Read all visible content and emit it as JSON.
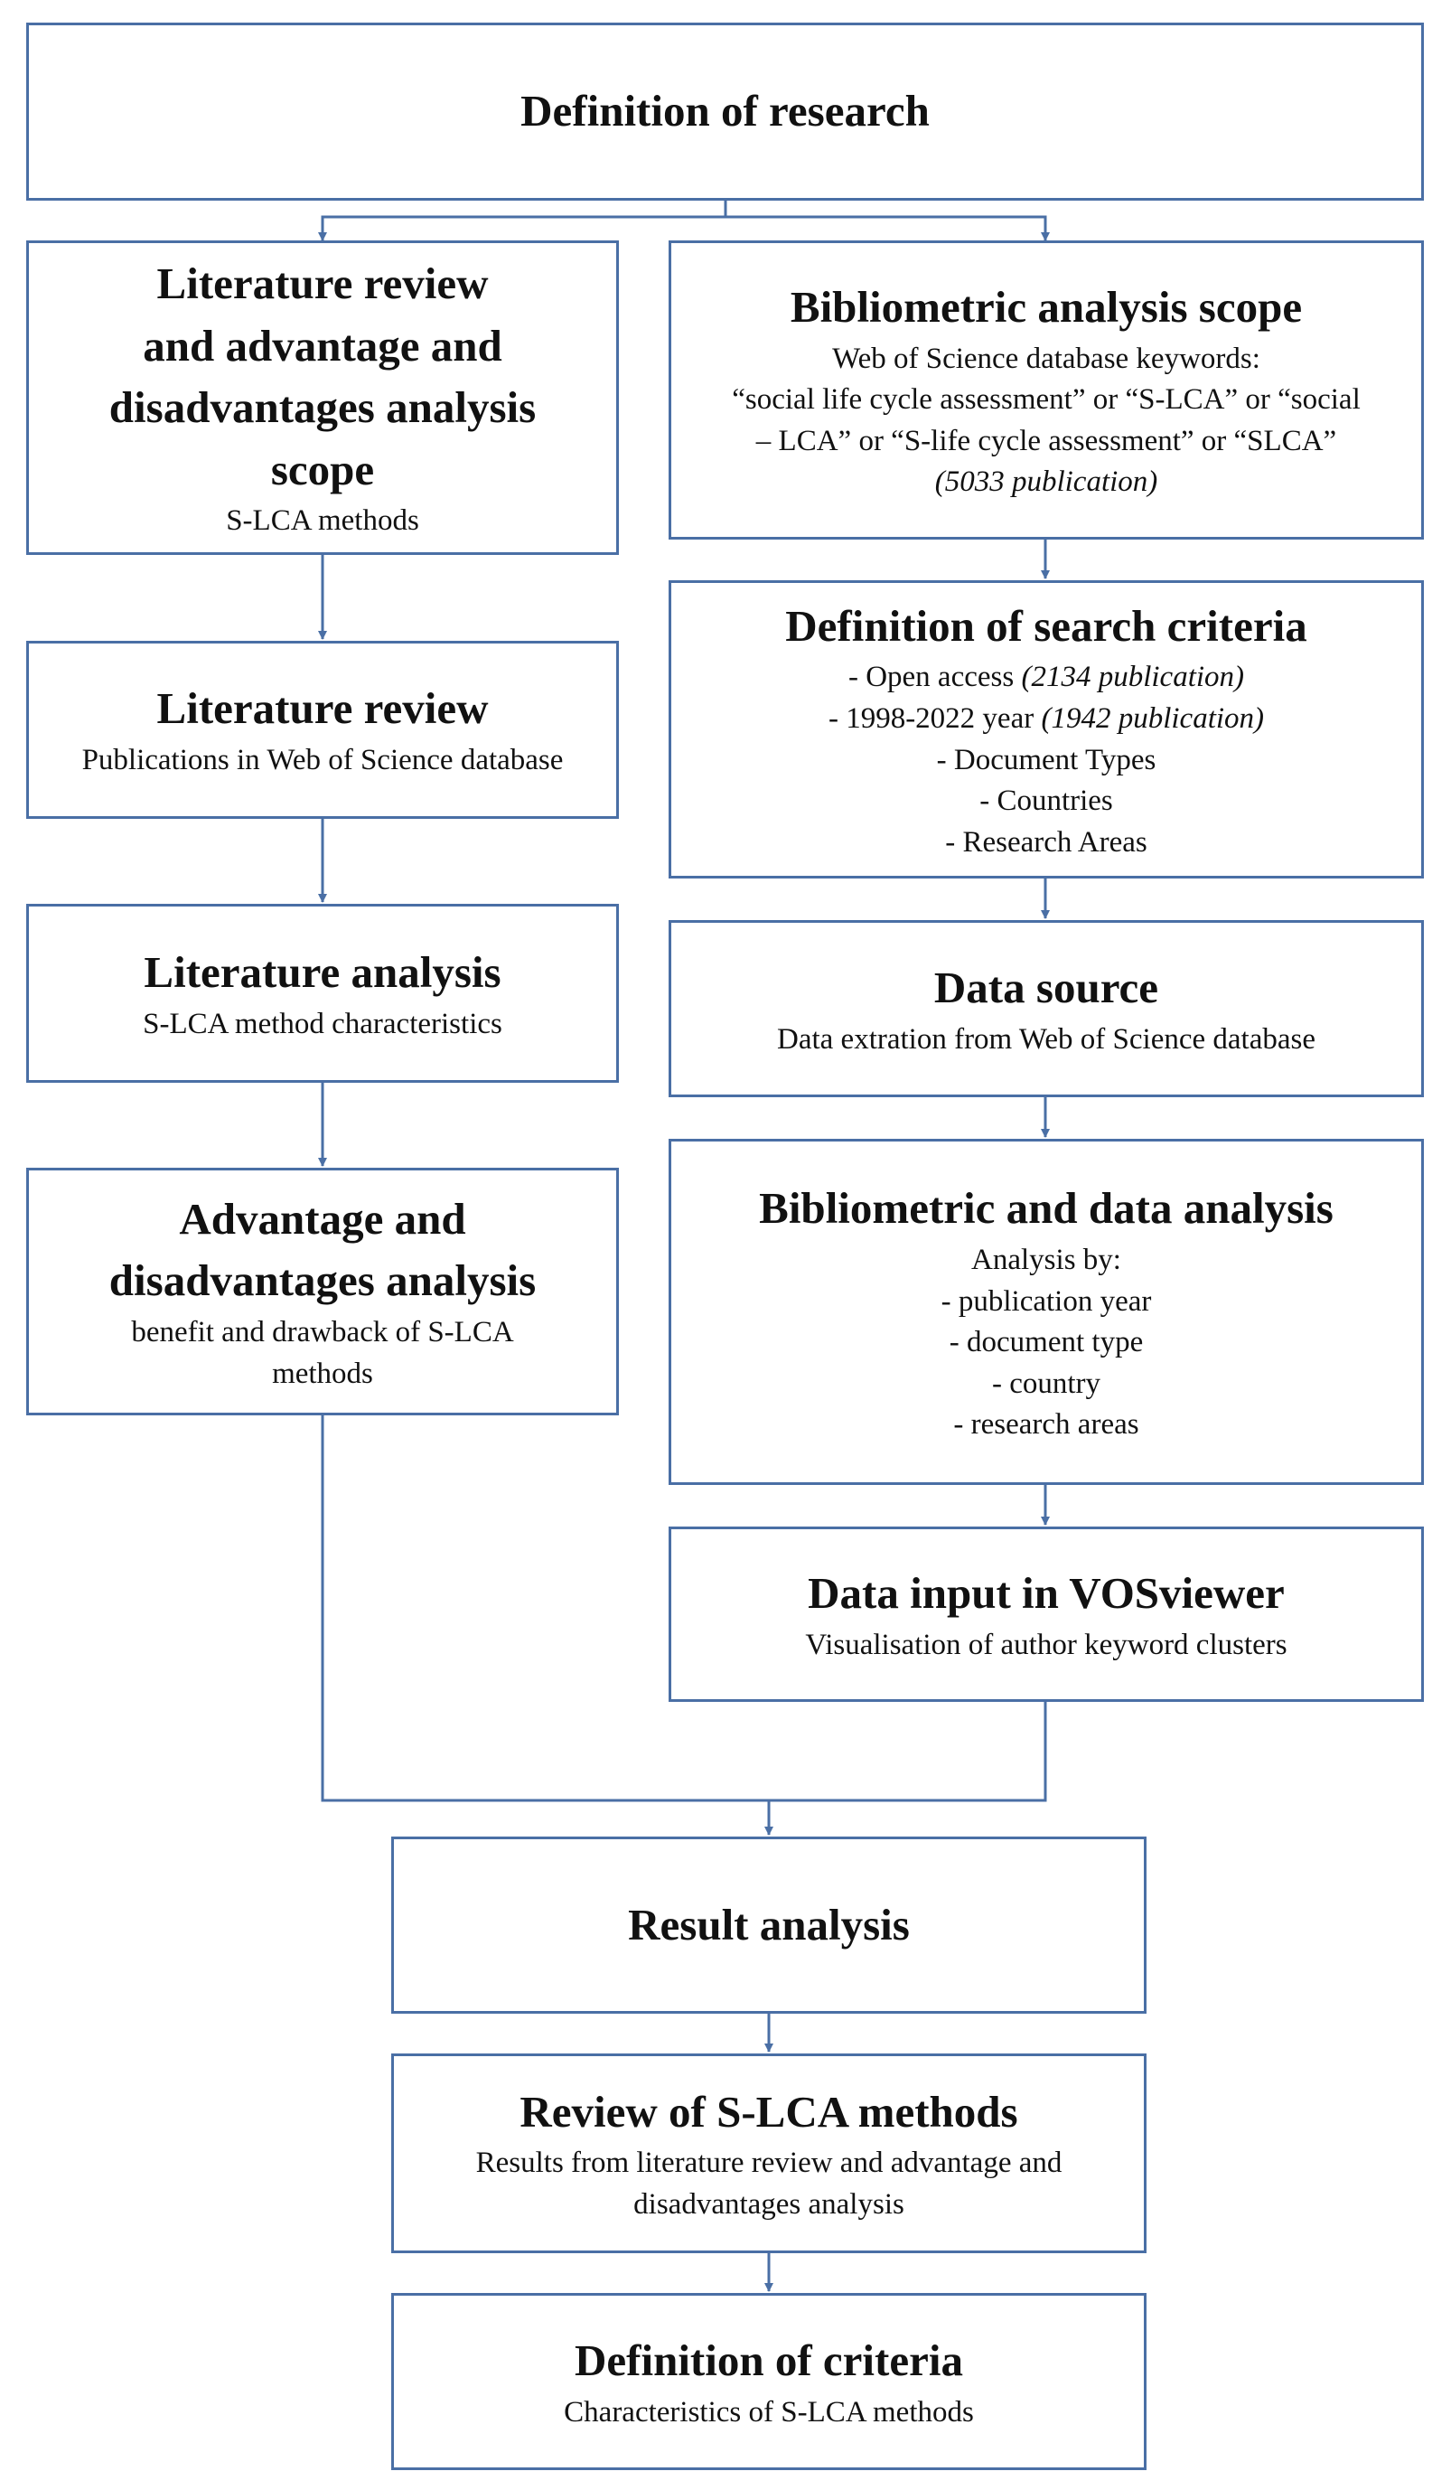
{
  "colors": {
    "border": "#4a6fa5",
    "arrow": "#4a6fa5",
    "text": "#111111",
    "background": "#ffffff"
  },
  "nodes": {
    "definition_of_research": {
      "title": "Definition of research"
    },
    "lit_review_scope": {
      "title_lines": [
        "Literature review",
        "and advantage and",
        "disadvantages analysis",
        "scope"
      ],
      "subtitle": "S-LCA methods"
    },
    "bibliometric_scope": {
      "title": "Bibliometric analysis scope",
      "lines": [
        "Web of Science database keywords:",
        "“social life cycle assessment” or “S-LCA” or “social",
        "– LCA” or “S-life cycle assessment” or “SLCA”"
      ],
      "note": "(5033 publication)"
    },
    "literature_review": {
      "title": "Literature review",
      "subtitle": "Publications in Web of Science database"
    },
    "search_criteria": {
      "title": "Definition of search criteria",
      "items": [
        {
          "text": "- Open access ",
          "note": "(2134 publication)"
        },
        {
          "text": "- 1998-2022 year ",
          "note": "(1942 publication)"
        },
        {
          "text": "- Document Types",
          "note": ""
        },
        {
          "text": "- Countries",
          "note": ""
        },
        {
          "text": "- Research Areas",
          "note": ""
        }
      ]
    },
    "literature_analysis": {
      "title": "Literature analysis",
      "subtitle": "S-LCA method characteristics"
    },
    "data_source": {
      "title": "Data source",
      "subtitle": "Data extration from Web of Science database"
    },
    "advantage_analysis": {
      "title_lines": [
        "Advantage and",
        "disadvantages analysis"
      ],
      "subtitle_lines": [
        "benefit and drawback of S-LCA",
        "methods"
      ]
    },
    "bibliometric_data_analysis": {
      "title": "Bibliometric and data analysis",
      "lines": [
        "Analysis by:",
        "- publication year",
        "- document type",
        "- country",
        "- research areas"
      ]
    },
    "vosviewer": {
      "title": "Data input in VOSviewer",
      "subtitle": "Visualisation of author keyword clusters"
    },
    "result_analysis": {
      "title": "Result analysis"
    },
    "review_methods": {
      "title": "Review of S-LCA methods",
      "subtitle_lines": [
        "Results from literature review and advantage and",
        "disadvantages analysis"
      ]
    },
    "definition_of_criteria": {
      "title": "Definition of criteria",
      "subtitle": "Characteristics of S-LCA methods"
    }
  }
}
